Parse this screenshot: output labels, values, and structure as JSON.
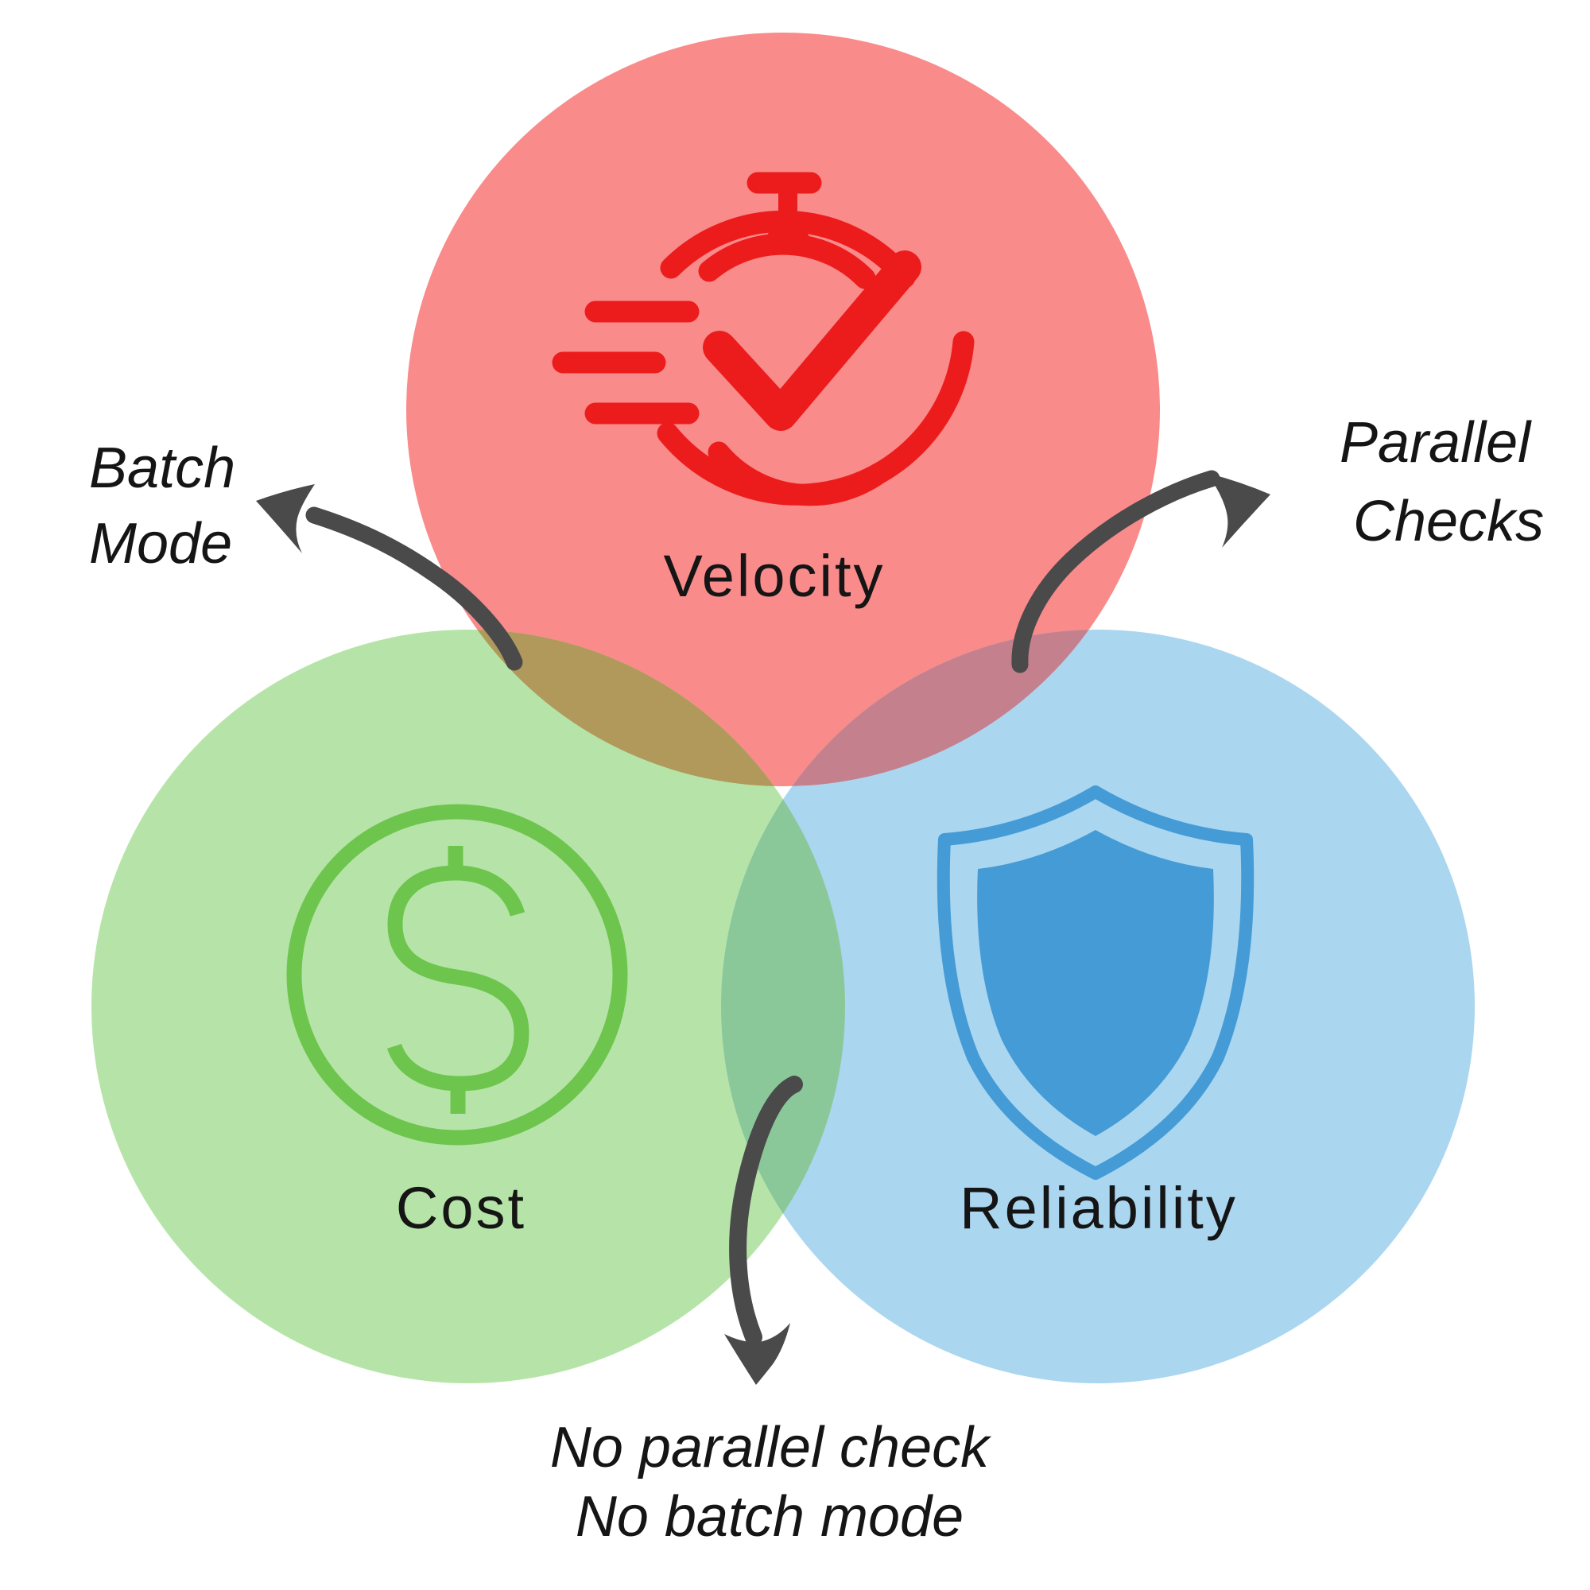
{
  "diagram": {
    "background": "#ffffff",
    "text_color": "#151515",
    "arrow_color": "#4a4a4a",
    "circles": {
      "velocity": {
        "label": "Velocity",
        "fill": "#f98b8b",
        "icon": "stopwatch-check-icon",
        "icon_color": "#ed1c1c"
      },
      "cost": {
        "label": "Cost",
        "fill": "#b6e4a8",
        "icon": "dollar-coin-icon",
        "icon_color": "#6dc54d"
      },
      "reliability": {
        "label": "Reliability",
        "fill": "#aad6f0",
        "icon": "shield-icon",
        "icon_color": "#459bd5"
      }
    },
    "overlaps": {
      "velocity_cost": "#b0995b",
      "velocity_reliability": "#c5808e",
      "cost_reliability": "#8bc899"
    },
    "annotations": {
      "batch_mode": {
        "line1": "Batch",
        "line2": "Mode"
      },
      "parallel_checks": {
        "line1": "Parallel",
        "line2": "Checks"
      },
      "no_parallel_no_batch": {
        "line1": "No parallel check",
        "line2": "No batch mode"
      }
    }
  }
}
